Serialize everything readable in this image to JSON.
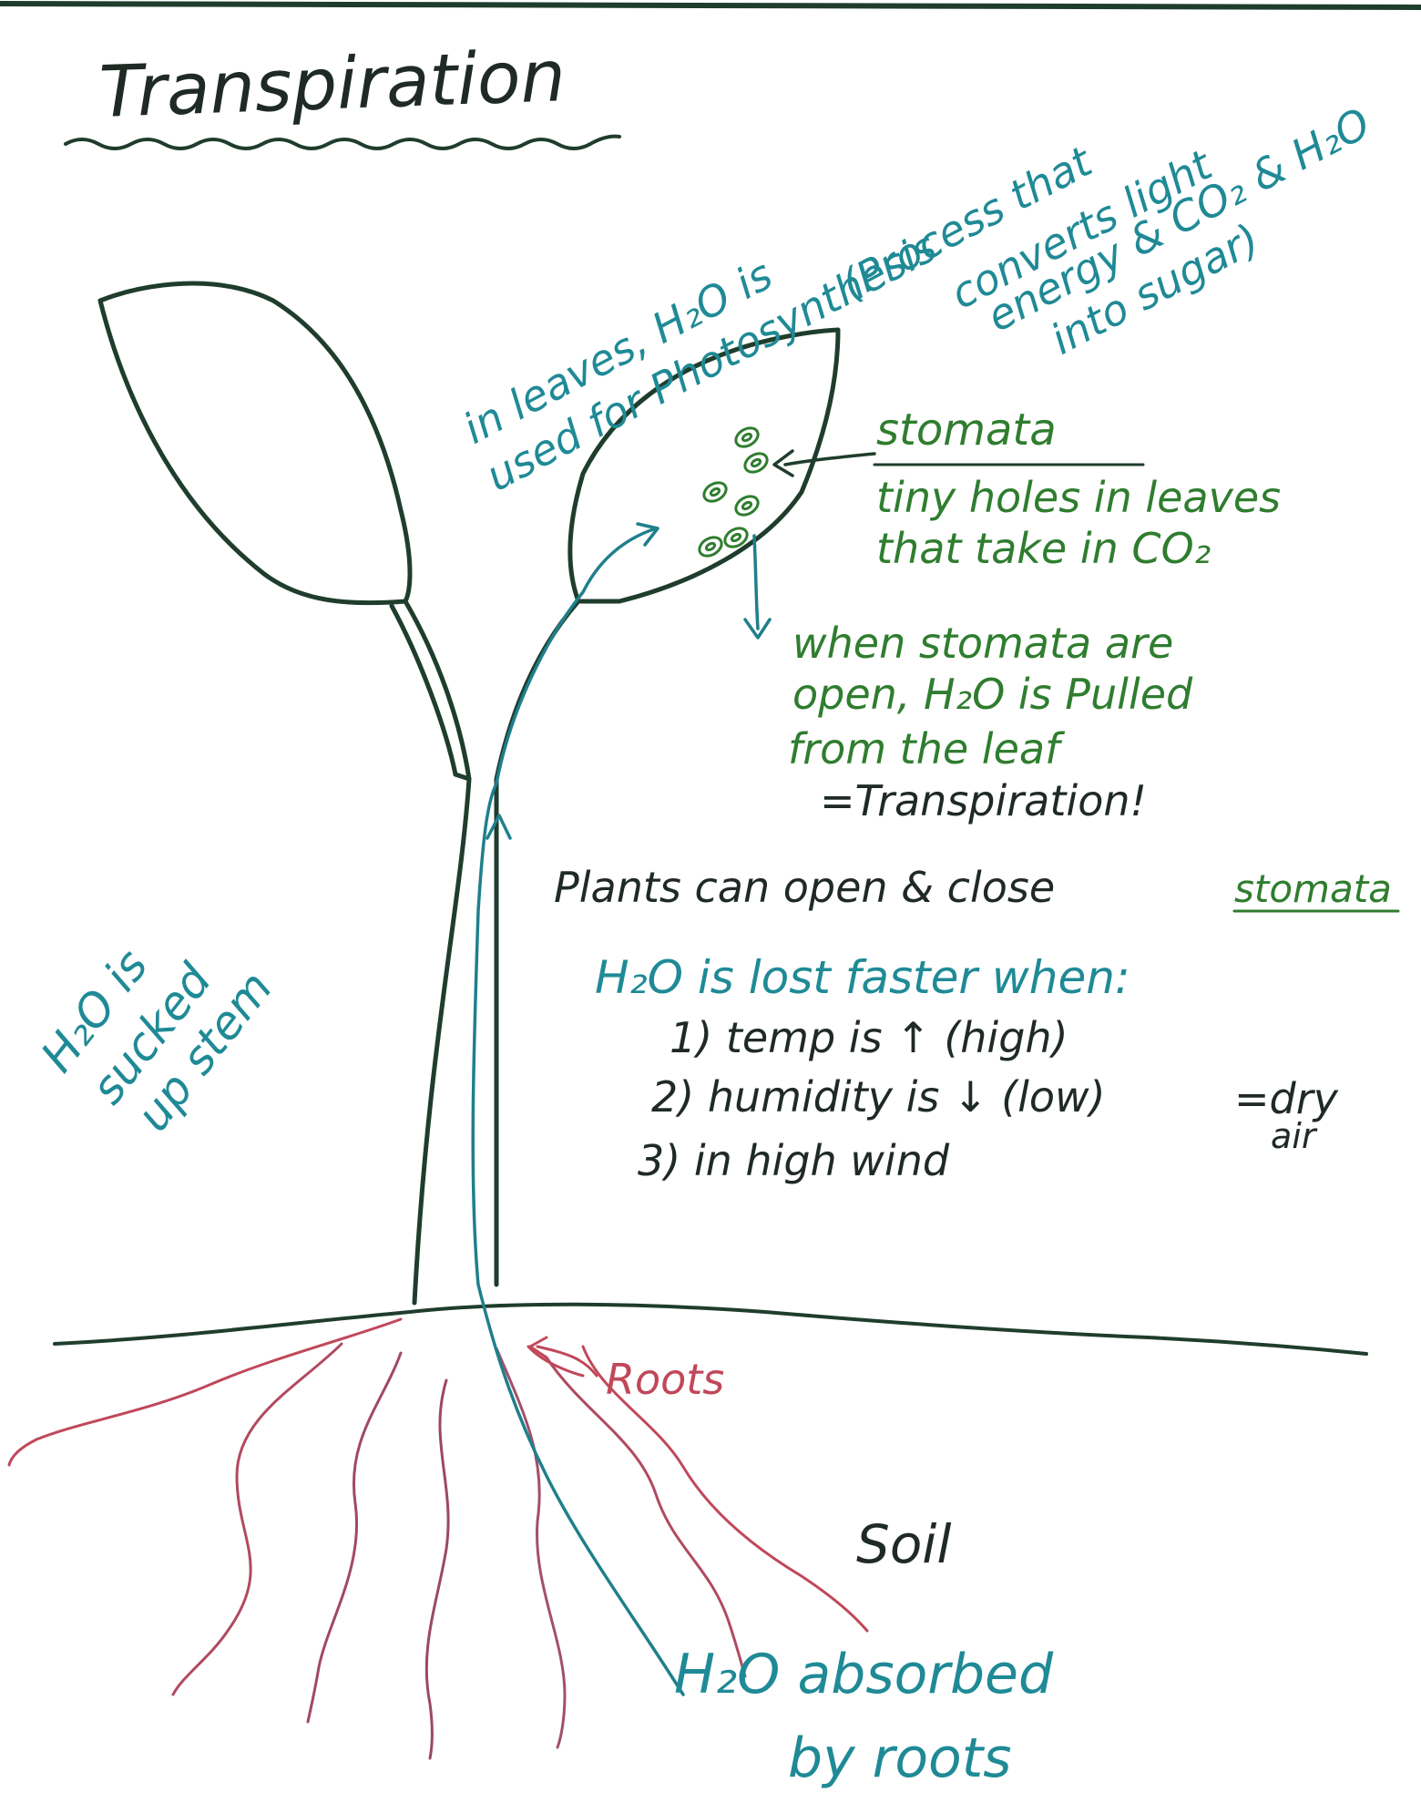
{
  "title": "Transpiration",
  "labels": {
    "photosynthesis_note": [
      "in leaves, H₂O is",
      "used for Photosynthesis",
      "(Process that",
      "converts light",
      "energy & CO₂ & H₂O",
      "into sugar)"
    ],
    "stomata_term": "stomata",
    "stomata_definition": [
      "tiny holes in leaves",
      "that take in CO₂"
    ],
    "transpiration_note": [
      "when stomata are",
      "open, H₂O is Pulled",
      "from the leaf",
      "=Transpiration!"
    ],
    "stomata_control": {
      "prefix": "Plants can open & close",
      "term": "stomata"
    },
    "water_loss": {
      "heading": "H₂O is lost faster when:",
      "items": [
        "1) temp is ↑ (high)",
        "2) humidity is ↓ (low)",
        "3) in high wind"
      ],
      "dry_air": [
        "=dry",
        "air"
      ]
    },
    "stem_note": [
      "H₂O is",
      "sucked",
      "up stem"
    ],
    "roots_label": "Roots",
    "soil_label": "Soil",
    "absorbed_note": [
      "H₂O absorbed",
      "by roots"
    ]
  },
  "colors": {
    "title_ink": "#1f2a24",
    "plant_outline": "#1f3d2c",
    "water_ink": "#1f8a96",
    "stomata_ink": "#2f7d2f",
    "roots_ink": "#c0485a",
    "ground_ink": "#2a2a2a"
  }
}
